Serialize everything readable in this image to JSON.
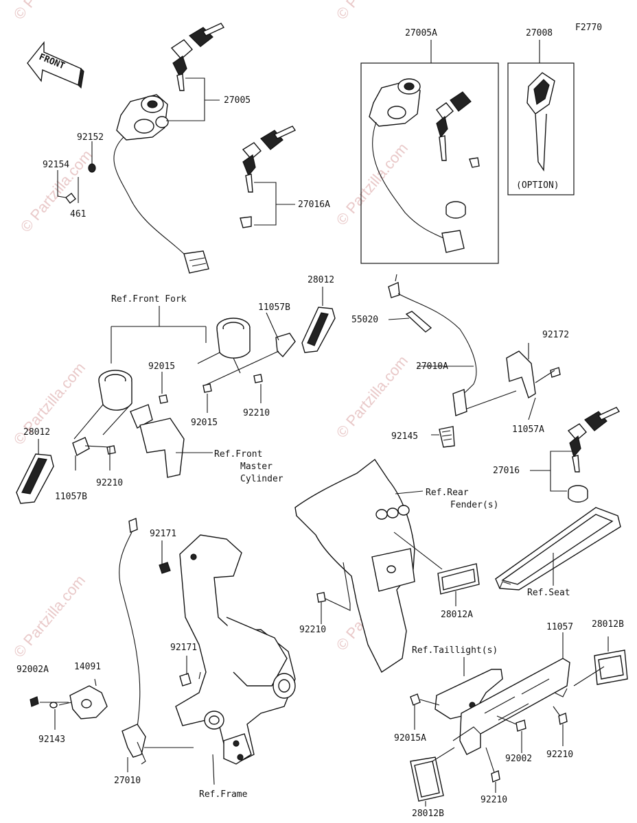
{
  "figure_code": "F2770",
  "front_label": "FRONT",
  "watermark": "© Partzilla.com",
  "labels": {
    "p27005A": "27005A",
    "p27008": "27008",
    "option": "(OPTION)",
    "p27005": "27005",
    "p92152": "92152",
    "p92154": "92154",
    "p461": "461",
    "p27016A": "27016A",
    "p28012_top": "28012",
    "ref_front_fork": "Ref.Front Fork",
    "p11057B_top": "11057B",
    "p92015_a": "92015",
    "p92015_b": "92015",
    "p92210_a": "92210",
    "p28012_left": "28012",
    "p92210_b": "92210",
    "p11057B_left": "11057B",
    "ref_front_master_1": "Ref.Front",
    "ref_front_master_2": "Master",
    "ref_front_master_3": "Cylinder",
    "p55020": "55020",
    "p27010A": "27010A",
    "p92172": "92172",
    "p92145": "92145",
    "p11057A": "11057A",
    "p27016": "27016",
    "ref_rear_fender_1": "Ref.Rear",
    "ref_rear_fender_2": "Fender(s)",
    "ref_seat": "Ref.Seat",
    "p28012A": "28012A",
    "p92210_c": "92210",
    "p92171_a": "92171",
    "p92171_b": "92171",
    "p92002A": "92002A",
    "p14091": "14091",
    "p92143": "92143",
    "p27010": "27010",
    "ref_frame": "Ref.Frame",
    "ref_taillight": "Ref.Taillight(s)",
    "p11057": "11057",
    "p28012B_a": "28012B",
    "p92015A": "92015A",
    "p92002": "92002",
    "p92210_d": "92210",
    "p28012B_b": "28012B",
    "p92210_e": "92210"
  }
}
